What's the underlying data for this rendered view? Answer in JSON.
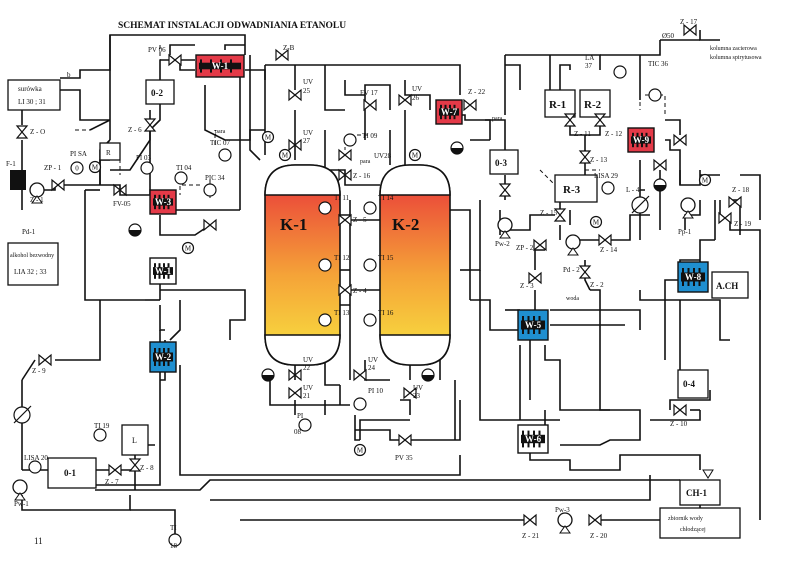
{
  "title": "SCHEMAT INSTALACJI ODWADNIANIA ETANOLU",
  "page_number": "11",
  "notes": {
    "surowka": "surówka",
    "li30": "LI 30 ; 31",
    "alkohol": "alkohol bezwodny",
    "lia32": "LIA 32 ; 33",
    "kolumna1": "kolumna zacierowa",
    "kolumna2": "kolumna spirytusowa",
    "zbiornik1": "zbiornik wody",
    "zbiornik2": "chłodzącej",
    "para": "para",
    "woda": "woda",
    "b": "b",
    "fi50": "Ø50"
  },
  "colors": {
    "columns_top": "#e8303a",
    "columns_bottom": "#f8e640",
    "heater": "#e43a48",
    "cooler": "#1f8fd0",
    "hx_black": "#111111"
  },
  "vessels": [
    {
      "id": "k1",
      "label": "K-1"
    },
    {
      "id": "k2",
      "label": "K-2"
    }
  ],
  "exchangers": [
    {
      "id": "w1top",
      "label": "W-1",
      "type": "heater"
    },
    {
      "id": "w7",
      "label": "W-7",
      "type": "heater"
    },
    {
      "id": "w9",
      "label": "W-9",
      "type": "heater"
    },
    {
      "id": "w3",
      "label": "W-3",
      "type": "heater"
    },
    {
      "id": "w1",
      "label": "W-1",
      "type": "plain"
    },
    {
      "id": "w2",
      "label": "W-2",
      "type": "cooler"
    },
    {
      "id": "w5",
      "label": "W-5",
      "type": "cooler"
    },
    {
      "id": "w8",
      "label": "W-8",
      "type": "cooler"
    },
    {
      "id": "w6",
      "label": "W-6",
      "type": "plain"
    }
  ],
  "boxes": [
    {
      "id": "o2a",
      "label": "0-2"
    },
    {
      "id": "o3",
      "label": "0-3"
    },
    {
      "id": "r1",
      "label": "R-1"
    },
    {
      "id": "r2",
      "label": "R-2"
    },
    {
      "id": "r3",
      "label": "R-3"
    },
    {
      "id": "o1",
      "label": "0-1"
    },
    {
      "id": "o4",
      "label": "0-4"
    },
    {
      "id": "ach",
      "label": "A.CH"
    },
    {
      "id": "ch1",
      "label": "CH-1"
    },
    {
      "id": "l",
      "label": "L"
    },
    {
      "id": "rr",
      "label": "R"
    }
  ],
  "tags": {
    "zb": "Z-B",
    "pv06": "PV 06",
    "tic07": "TIC 07",
    "z6": "Z - 6",
    "pi03": "PI 03",
    "ti04": "TI 04",
    "pic34": "PIC 34",
    "fv05": "FV-05",
    "pisa": "PI SA",
    "zo": "Z - O",
    "zp1": "ZP - 1",
    "z1": "Z - 1",
    "f1": "F-1",
    "pd1": "Pd-1",
    "z9": "Z - 9",
    "ti19": "TI 19",
    "lisa20": "LISA 20",
    "pw1": "Pw-1",
    "z7": "Z - 7",
    "z8": "Z - 8",
    "ti18": "TI",
    "ti18b": "18",
    "uv25": "UV",
    "uv25b": "25",
    "uv27": "UV",
    "uv27b": "27",
    "fv17": "FV 17",
    "uv26": "UV",
    "uv26b": "26",
    "ti09": "TI 09",
    "uv28": "UV28",
    "z16": "Z - 16",
    "ti11": "TI 11",
    "ti14": "TI 14",
    "z5": "Z - 5",
    "ti12": "TI 12",
    "ti15": "TI 15",
    "z4": "Z - 4",
    "ti13": "TI 13",
    "ti16": "TI 16",
    "uv22": "UV",
    "uv22b": "22",
    "uv24": "UV",
    "uv24b": "24",
    "uv21": "UV",
    "uv21b": "21",
    "pi10": "PI 10",
    "uv23": "UV",
    "uv23b": "23",
    "pi08": "PI",
    "pi08b": "08",
    "pv35": "PV 35",
    "z22": "Z - 22",
    "la37": "LA",
    "la37b": "37",
    "z11": "Z - 11",
    "z12": "Z - 12",
    "z13": "Z - 13",
    "lisa29": "LISA 29",
    "z15": "Z - 15",
    "zp2": "ZP - 2",
    "z3": "Z - 3",
    "pw2": "Pw-2",
    "pd2": "Pd - 2",
    "z2": "Z - 2",
    "z14": "Z - 14",
    "tic36": "TIC 36",
    "z17": "Z - 17",
    "l4": "L - 4",
    "z18": "Z - 18",
    "z19": "Z - 19",
    "pp1": "Pp-1",
    "z10": "Z - 10",
    "z21": "Z - 21",
    "pw3": "Pw-3",
    "z20": "Z - 20",
    "m": "M"
  }
}
